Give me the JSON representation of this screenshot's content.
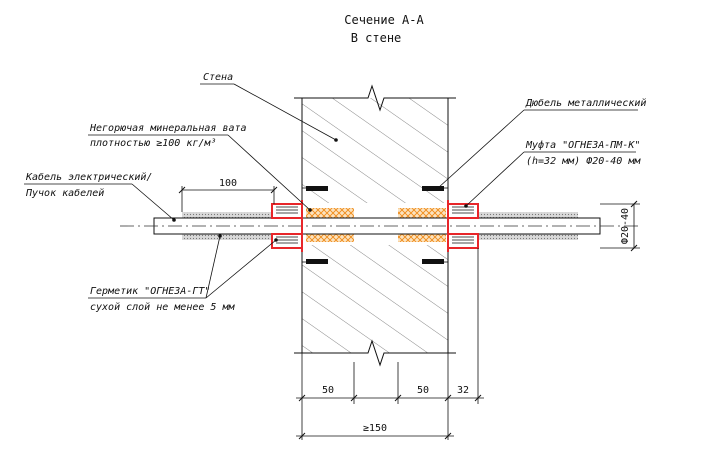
{
  "title": {
    "line1": "Сечение А-А",
    "line2": "В стене"
  },
  "labels": {
    "wall": "Стена",
    "mineral_wool_line1": "Негорючая минеральная вата",
    "mineral_wool_line2": "плотностью ≥100 кг/м³",
    "cable_line1": "Кабель электрический/",
    "cable_line2": "Пучок кабелей",
    "sealant_line1": "Герметик \"ОГНЕЗА-ГТ\"",
    "sealant_line2": "сухой слой не менее 5 мм",
    "dowel": "Дюбель металлический",
    "coupling_line1": "Муфта \"ОГНЕЗА-ПМ-К\"",
    "coupling_line2": "(h=32 мм) Ф20-40 мм"
  },
  "dimensions": {
    "len_100": "100",
    "len_50_left": "50",
    "len_50_right": "50",
    "len_32": "32",
    "wall_thickness": "≥150",
    "diameter": "Ф20-40"
  },
  "colors": {
    "coupling": "#e8262a",
    "wool_fill": "#f2a54a",
    "sealant": "#888888"
  }
}
